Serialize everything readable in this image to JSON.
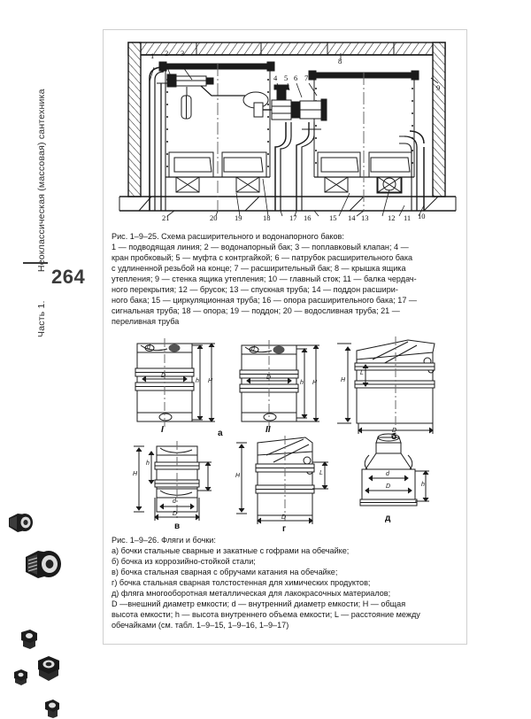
{
  "page": {
    "folio": "264",
    "running_head": {
      "part": "Часть 1.",
      "title": "Неоклассическая (массовая) сантехника"
    }
  },
  "figure_1": {
    "name": "expansion-and-pressure-tank-schematic",
    "caption_title": "Рис. 1–9–25. Схема расширительного и водонапорного баков:",
    "caption_lines": [
      "1 — подводящая линия; 2 — водонапорный бак; 3 — поплавковый клапан; 4 —",
      "кран пробковый; 5 — муфта с контргайкой; 6 — патрубок расширительного бака",
      "с удлиненной резьбой на конце; 7 — расширительный бак; 8 — крышка ящика",
      "утепления; 9 — стенка ящика утепления; 10 — главный сток; 11 — балка чердач-",
      "ного перекрытия; 12 — брусок; 13 — спускная труба; 14 — поддон расшири-",
      "ного бака; 15 — циркуляционная труба; 16 — опора расширительного бака; 17 —",
      "сигнальная труба; 18 — опора; 19 — поддон; 20 — водосливная труба; 21 —",
      "переливная труба"
    ],
    "top_callouts": [
      "1",
      "2",
      "3",
      "4",
      "5",
      "6",
      "7",
      "8",
      "9"
    ],
    "bottom_callouts": [
      "21",
      "20",
      "19",
      "18",
      "17",
      "16",
      "15",
      "14",
      "13",
      "12",
      "11",
      "10"
    ]
  },
  "figure_2": {
    "name": "flasks-and-barrels-figure",
    "caption_title": "Рис. 1–9–26. Фляги и бочки:",
    "caption_lines": [
      "а) бочки стальные сварные и закатные с гофрами на обечайке;",
      "б) бочка из коррозийно-стойкой стали;",
      "в) бочка стальная сварная с обручами катания на обечайке;",
      "г) бочка стальная сварная толстостенная для химических продуктов;",
      "д) фляга многооборотная металлическая для лакокрасочных материалов;",
      "D —внешний диаметр емкости; d — внутренний диаметр емкости; H — общая",
      "высота емкости; h — высота внутреннего объема емкости; L — расстояние между",
      "обечайками (см. табл. 1–9–15, 1–9–16, 1–9–17)"
    ],
    "sublabels": {
      "roman_1": "I",
      "roman_2": "II",
      "a": "а",
      "b": "б",
      "v": "в",
      "g": "г",
      "d": "д"
    },
    "dimension_symbols": {
      "outer_diameter": "D",
      "inner_diameter": "d",
      "total_height": "H",
      "inner_height": "h",
      "spacing": "L"
    }
  },
  "margin_icons": [
    {
      "name": "bolt-photo-small-top"
    },
    {
      "name": "bolt-photo-large"
    },
    {
      "name": "nut-photo-small"
    },
    {
      "name": "nut-photo-tiny"
    },
    {
      "name": "nut-photo-medium"
    },
    {
      "name": "bolt-photo-bottom"
    }
  ],
  "colors": {
    "ink": "#1b1b1b",
    "frame": "#cfcfcf",
    "folio": "#3b3b3b"
  }
}
